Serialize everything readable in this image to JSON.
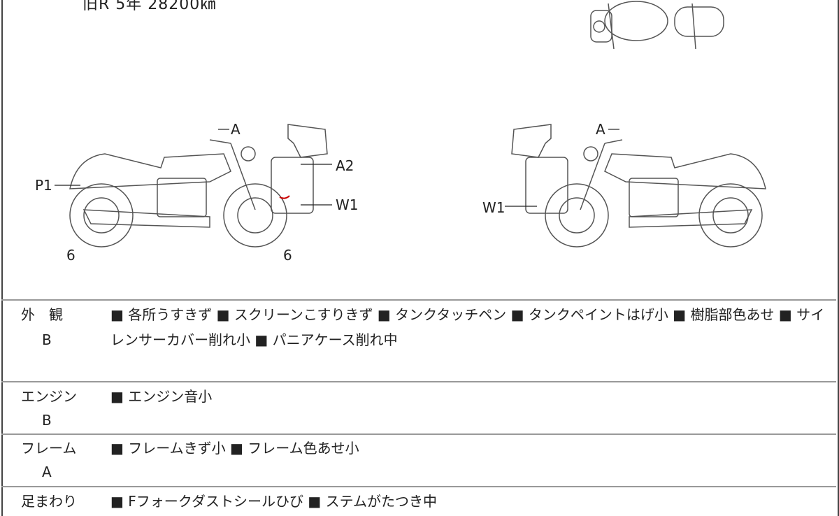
{
  "header": {
    "summary": "旧R 5年 28200㎞"
  },
  "diagram": {
    "left_labels": {
      "a": "A",
      "a2": "A2",
      "w1": "W1",
      "p1": "P1",
      "front_tire": "6",
      "rear_tire": "6"
    },
    "right_labels": {
      "a": "A",
      "w1": "W1"
    }
  },
  "rows": [
    {
      "label": "外　観",
      "grade": "B",
      "text": "■ 各所うすきず ■ スクリーンこすりきず ■ タンクタッチペン ■ タンクペイントはげ小 ■ 樹脂部色あせ ■ サイレンサーカバー削れ小 ■ パニアケース削れ中"
    },
    {
      "label": "エンジン",
      "grade": "B",
      "text": "■ エンジン音小"
    },
    {
      "label": "フレーム",
      "grade": "A",
      "text": "■ フレームきず小 ■ フレーム色あせ小"
    },
    {
      "label": "足まわり",
      "grade": "",
      "text": "■ Fフォークダストシールひび ■ ステムがたつき中"
    }
  ]
}
